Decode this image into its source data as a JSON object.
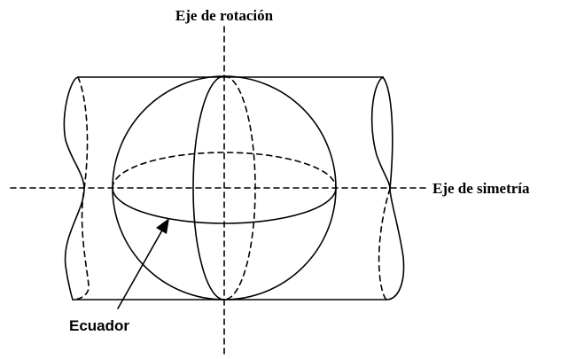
{
  "diagram": {
    "labels": {
      "rotation_axis": "Eje de rotación",
      "symmetry_axis": "Eje de simetría",
      "equator": "Ecuador"
    },
    "colors": {
      "line": "#000000",
      "background": "#ffffff"
    }
  }
}
